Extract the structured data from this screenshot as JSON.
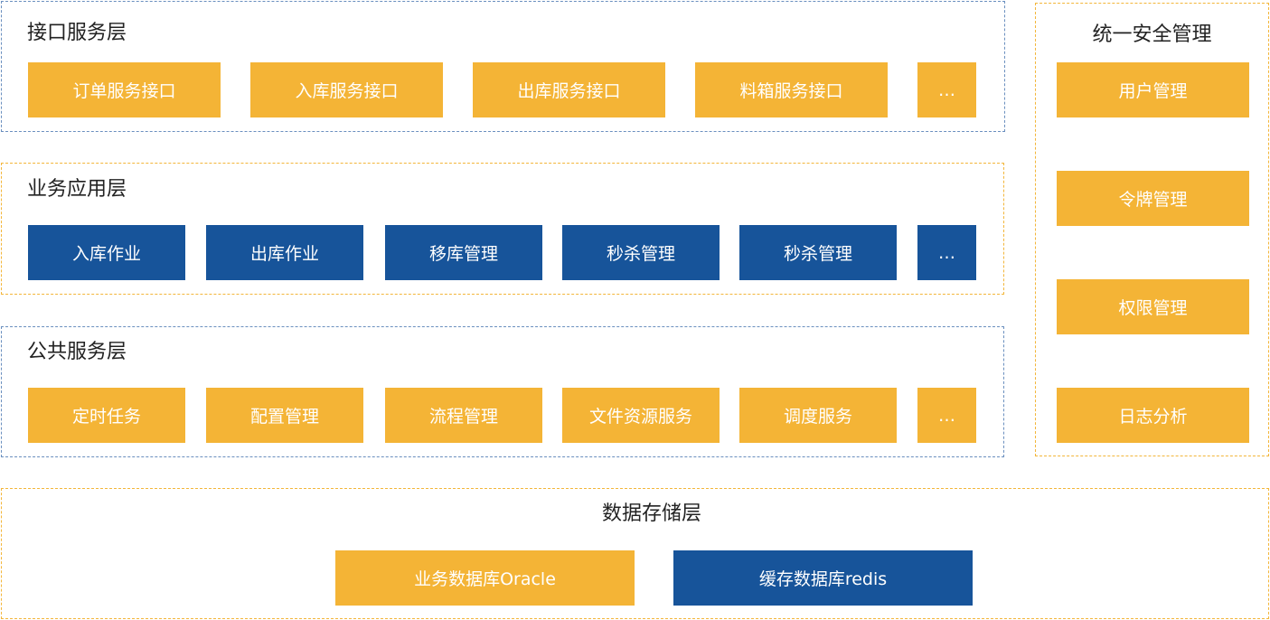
{
  "interface_layer": {
    "title": "接口服务层",
    "items": [
      "订单服务接口",
      "入库服务接口",
      "出库服务接口",
      "料箱服务接口",
      "…"
    ]
  },
  "business_layer": {
    "title": "业务应用层",
    "items": [
      "入库作业",
      "出库作业",
      "移库管理",
      "秒杀管理",
      "秒杀管理",
      "…"
    ]
  },
  "common_layer": {
    "title": "公共服务层",
    "items": [
      "定时任务",
      "配置管理",
      "流程管理",
      "文件资源服务",
      "调度服务",
      "…"
    ]
  },
  "security": {
    "title": "统一安全管理",
    "items": [
      "用户管理",
      "令牌管理",
      "权限管理",
      "日志分析"
    ]
  },
  "storage_layer": {
    "title": "数据存储层",
    "items": [
      "业务数据库Oracle",
      "缓存数据库redis"
    ]
  },
  "colors": {
    "yellow": "#f4b436",
    "blue": "#17549a"
  }
}
